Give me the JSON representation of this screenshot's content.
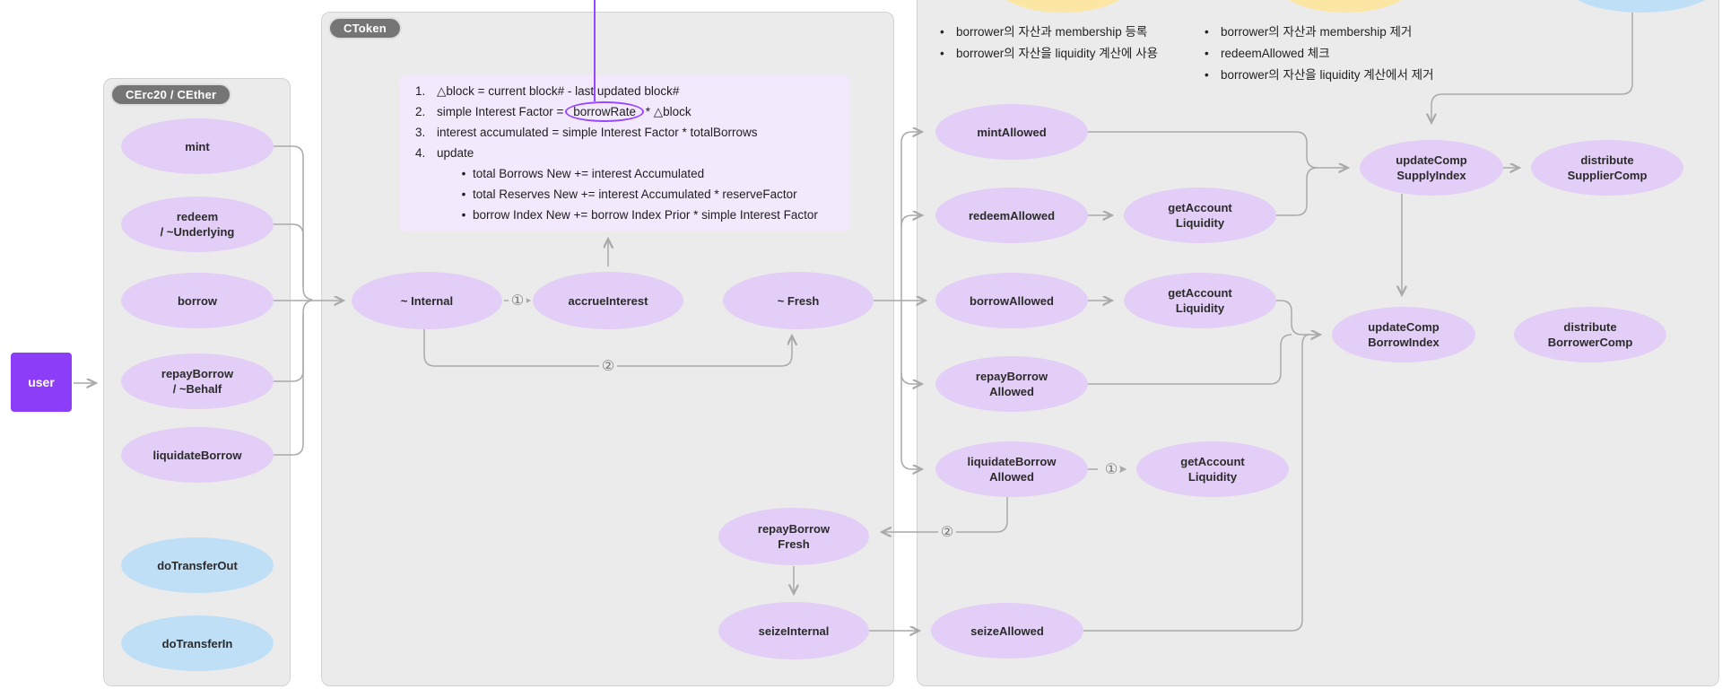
{
  "app": {
    "background": "#ffffff",
    "panel_bg": "#ebebeb",
    "line_color": "#a9a9a9",
    "accent_purple": "#9747ff",
    "node_purple": "#e2cef6",
    "node_blue": "#bfdff7",
    "node_yellow": "#fbe7a3",
    "user_bg": "#8b3df8",
    "pill_bg": "#757575"
  },
  "user_node": {
    "label": "user"
  },
  "panels": {
    "cerc20": {
      "label": "CErc20 / CEther"
    },
    "ctoken": {
      "label": "CToken"
    },
    "comptroller": {
      "label": ""
    }
  },
  "nodes": {
    "mint": {
      "lines": [
        "mint"
      ]
    },
    "redeem": {
      "lines": [
        "redeem",
        "/ ~Underlying"
      ]
    },
    "borrow": {
      "lines": [
        "borrow"
      ]
    },
    "repay_borrow": {
      "lines": [
        "repayBorrow",
        "/ ~Behalf"
      ]
    },
    "liquidate_borrow": {
      "lines": [
        "liquidateBorrow"
      ]
    },
    "do_transfer_out": {
      "lines": [
        "doTransferOut"
      ]
    },
    "do_transfer_in": {
      "lines": [
        "doTransferIn"
      ]
    },
    "internal": {
      "lines": [
        "~ Internal"
      ]
    },
    "accrue_interest": {
      "lines": [
        "accrueInterest"
      ]
    },
    "fresh": {
      "lines": [
        "~ Fresh"
      ]
    },
    "repay_borrow_fresh": {
      "lines": [
        "repayBorrow",
        "Fresh"
      ]
    },
    "seize_internal": {
      "lines": [
        "seizeInternal"
      ]
    },
    "mint_allowed": {
      "lines": [
        "mintAllowed"
      ]
    },
    "redeem_allowed": {
      "lines": [
        "redeemAllowed"
      ]
    },
    "borrow_allowed": {
      "lines": [
        "borrowAllowed"
      ]
    },
    "repay_borrow_allowed": {
      "lines": [
        "repayBorrow",
        "Allowed"
      ]
    },
    "liquidate_borrow_allowed": {
      "lines": [
        "liquidateBorrow",
        "Allowed"
      ]
    },
    "seize_allowed": {
      "lines": [
        "seizeAllowed"
      ]
    },
    "get_account_liquidity_1": {
      "lines": [
        "getAccount",
        "Liquidity"
      ]
    },
    "get_account_liquidity_2": {
      "lines": [
        "getAccount",
        "Liquidity"
      ]
    },
    "get_account_liquidity_3": {
      "lines": [
        "getAccount",
        "Liquidity"
      ]
    },
    "update_comp_supply_index": {
      "lines": [
        "updateComp",
        "SupplyIndex"
      ]
    },
    "distribute_supplier_comp": {
      "lines": [
        "distribute",
        "SupplierComp"
      ]
    },
    "update_comp_borrow_index": {
      "lines": [
        "updateComp",
        "BorrowIndex"
      ]
    },
    "distribute_borrower_comp": {
      "lines": [
        "distribute",
        "BorrowerComp"
      ]
    }
  },
  "note": {
    "numbers": [
      "1.",
      "2.",
      "3.",
      "4."
    ],
    "bullet": "•",
    "item1": "△block = current block# - last updated block#",
    "item2_prefix": "simple Interest  Factor = ",
    "item2_circled": "borrowRate",
    "item2_suffix": " * △block",
    "item3": "interest accumulated = simple Interest Factor * totalBorrows",
    "item4": "update",
    "sub1": "total Borrows New += interest Accumulated",
    "sub2": "total Reserves New += interest Accumulated * reserveFactor",
    "sub3": "borrow Index New += borrow Index Prior * simple Interest Factor"
  },
  "annotations": {
    "left": [
      "borrower의 자산과 membership 등록",
      "borrower의 자산을 liquidity 계산에 사용"
    ],
    "right": [
      "borrower의 자산과 membership 제거",
      "redeemAllowed 체크",
      "borrower의 자산을 liquidity 계산에서 제거"
    ]
  },
  "badges": {
    "one": "①",
    "two": "②"
  }
}
